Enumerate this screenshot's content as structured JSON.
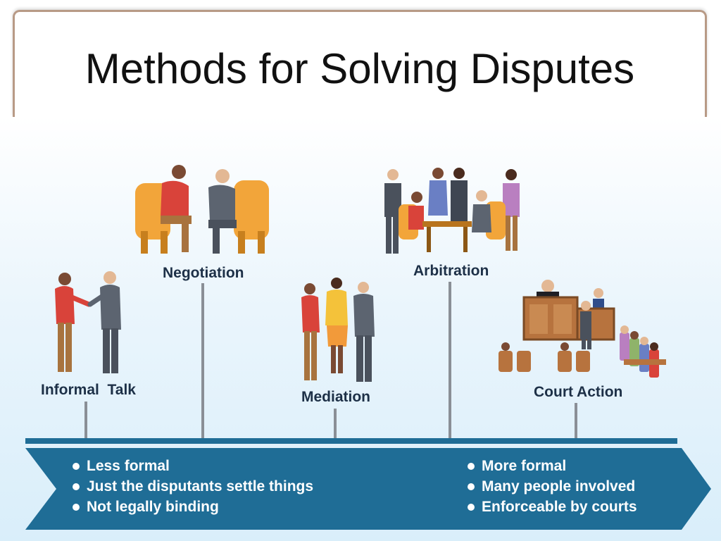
{
  "title": "Methods for Solving Disputes",
  "colors": {
    "banner": "#1f6d96",
    "timeline": "#1f6d96",
    "connector": "#8a8f96",
    "label": "#1d3047",
    "background_gradient_end": "#d9eefa"
  },
  "methods": [
    {
      "label": "Informal  Talk",
      "icon": "handshake-people-icon"
    },
    {
      "label": "Negotiation",
      "icon": "two-people-seated-icon"
    },
    {
      "label": "Mediation",
      "icon": "three-people-standing-icon"
    },
    {
      "label": "Arbitration",
      "icon": "group-at-table-icon"
    },
    {
      "label": "Court Action",
      "icon": "courtroom-icon"
    }
  ],
  "banner": {
    "left_points": [
      "Less formal",
      "Just the disputants settle things",
      "Not legally binding"
    ],
    "right_points": [
      "More formal",
      "Many people involved",
      "Enforceable by courts"
    ]
  }
}
